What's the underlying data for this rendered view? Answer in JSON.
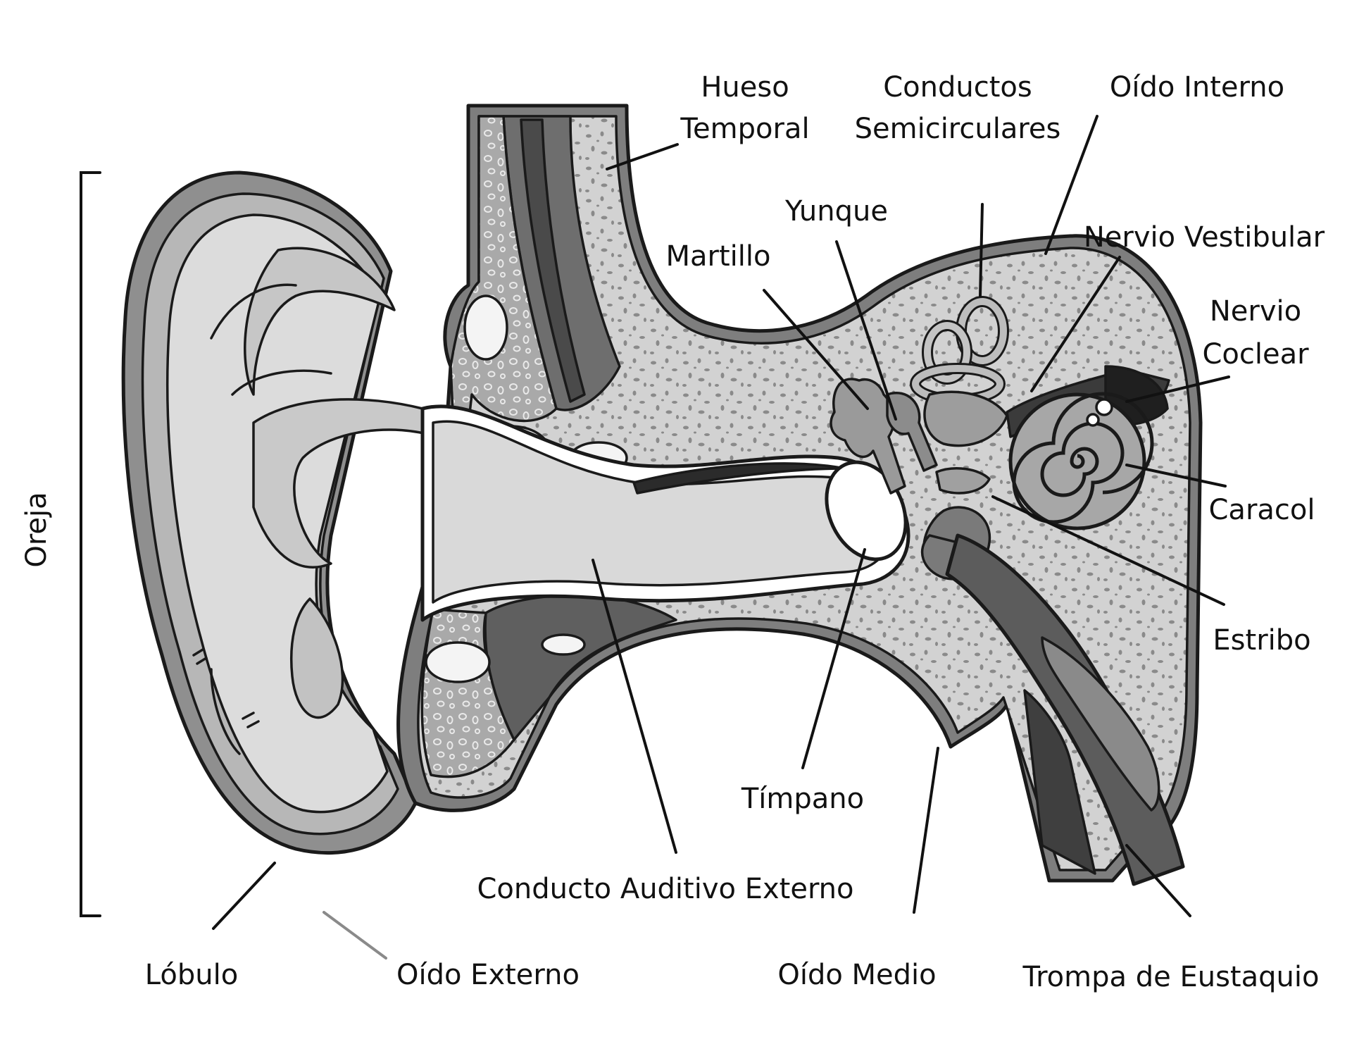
{
  "diagram": {
    "labels": {
      "hueso_temporal": [
        "Hueso",
        "Temporal"
      ],
      "conductos_semicirculares": [
        "Conductos",
        "Semicirculares"
      ],
      "oido_interno": "Oído Interno",
      "yunque": "Yunque",
      "martillo": "Martillo",
      "nervio_vestibular": "Nervio Vestibular",
      "nervio_coclear": [
        "Nervio",
        "Coclear"
      ],
      "caracol": "Caracol",
      "estribo": "Estribo",
      "timpano": "Tímpano",
      "conducto_auditivo_externo": "Conducto Auditivo Externo",
      "oreja": "Oreja",
      "lobulo": "Lóbulo",
      "oido_externo": "Oído Externo",
      "oido_medio": "Oído Medio",
      "trompa_de_eustaquio": "Trompa de Eustaquio"
    },
    "colors": {
      "outline": "#1a1a1a",
      "skin_light": "#d9d9d9",
      "skin_mid": "#b3b3b3",
      "skin_dark": "#8f8f8f",
      "bone": "#cfcfcf",
      "muscle": "#6e6e6e",
      "cartilage": "#bdbdbd",
      "white": "#ffffff"
    }
  }
}
